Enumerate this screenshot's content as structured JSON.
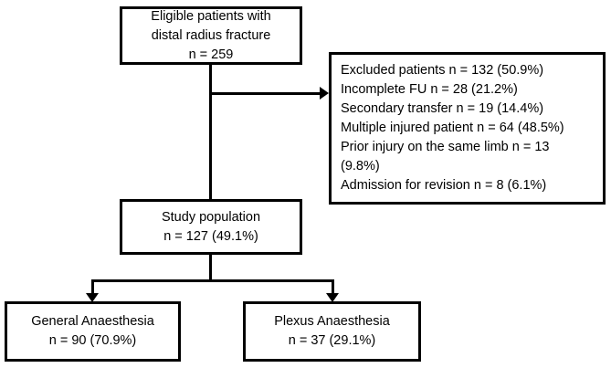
{
  "colors": {
    "background": "#ffffff",
    "line": "#000000",
    "text": "#000000"
  },
  "nodes": {
    "eligible": {
      "lines": [
        "Eligible patients with",
        "distal radius fracture",
        "n = 259"
      ]
    },
    "excluded": {
      "lines": [
        "Excluded patients n = 132 (50.9%)",
        "Incomplete FU n = 28 (21.2%)",
        "Secondary transfer n = 19 (14.4%)",
        "Multiple injured patient n = 64 (48.5%)",
        "Prior injury on the same limb n = 13",
        "(9.8%)",
        "Admission for revision n = 8 (6.1%)"
      ]
    },
    "study": {
      "lines": [
        "Study population",
        "n = 127 (49.1%)"
      ]
    },
    "general": {
      "lines": [
        "General Anaesthesia",
        "n = 90 (70.9%)"
      ]
    },
    "plexus": {
      "lines": [
        "Plexus Anaesthesia",
        "n = 37 (29.1%)"
      ]
    }
  }
}
